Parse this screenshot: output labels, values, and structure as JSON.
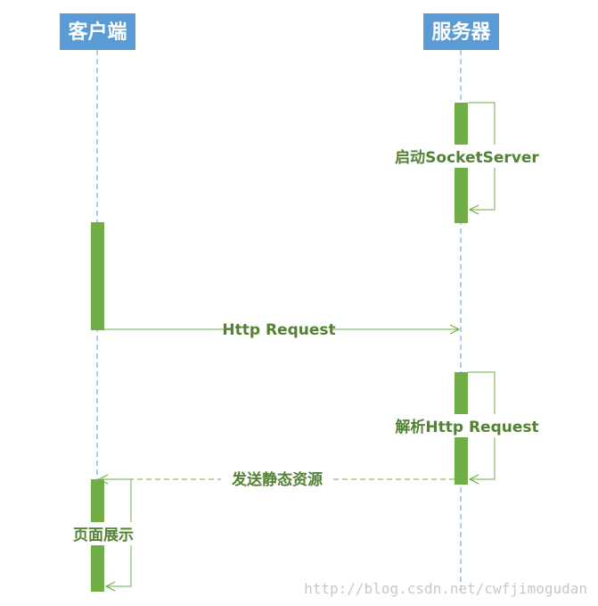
{
  "colors": {
    "header_fill": "#5b9bd5",
    "header_text": "#ffffff",
    "lifeline": "#5b9bd5",
    "activation": "#70ad47",
    "message_text": "#548235",
    "watermark": "#c8c8c8"
  },
  "participants": {
    "client": "客户端",
    "server": "服务器"
  },
  "messages": {
    "start_server": "启动SocketServer",
    "http_request": "Http Request",
    "parse_request": "解析Http Request",
    "send_static": "发送静态资源",
    "page_display": "页面展示"
  },
  "watermark": "http://blog.csdn.net/cwfjimogudan"
}
